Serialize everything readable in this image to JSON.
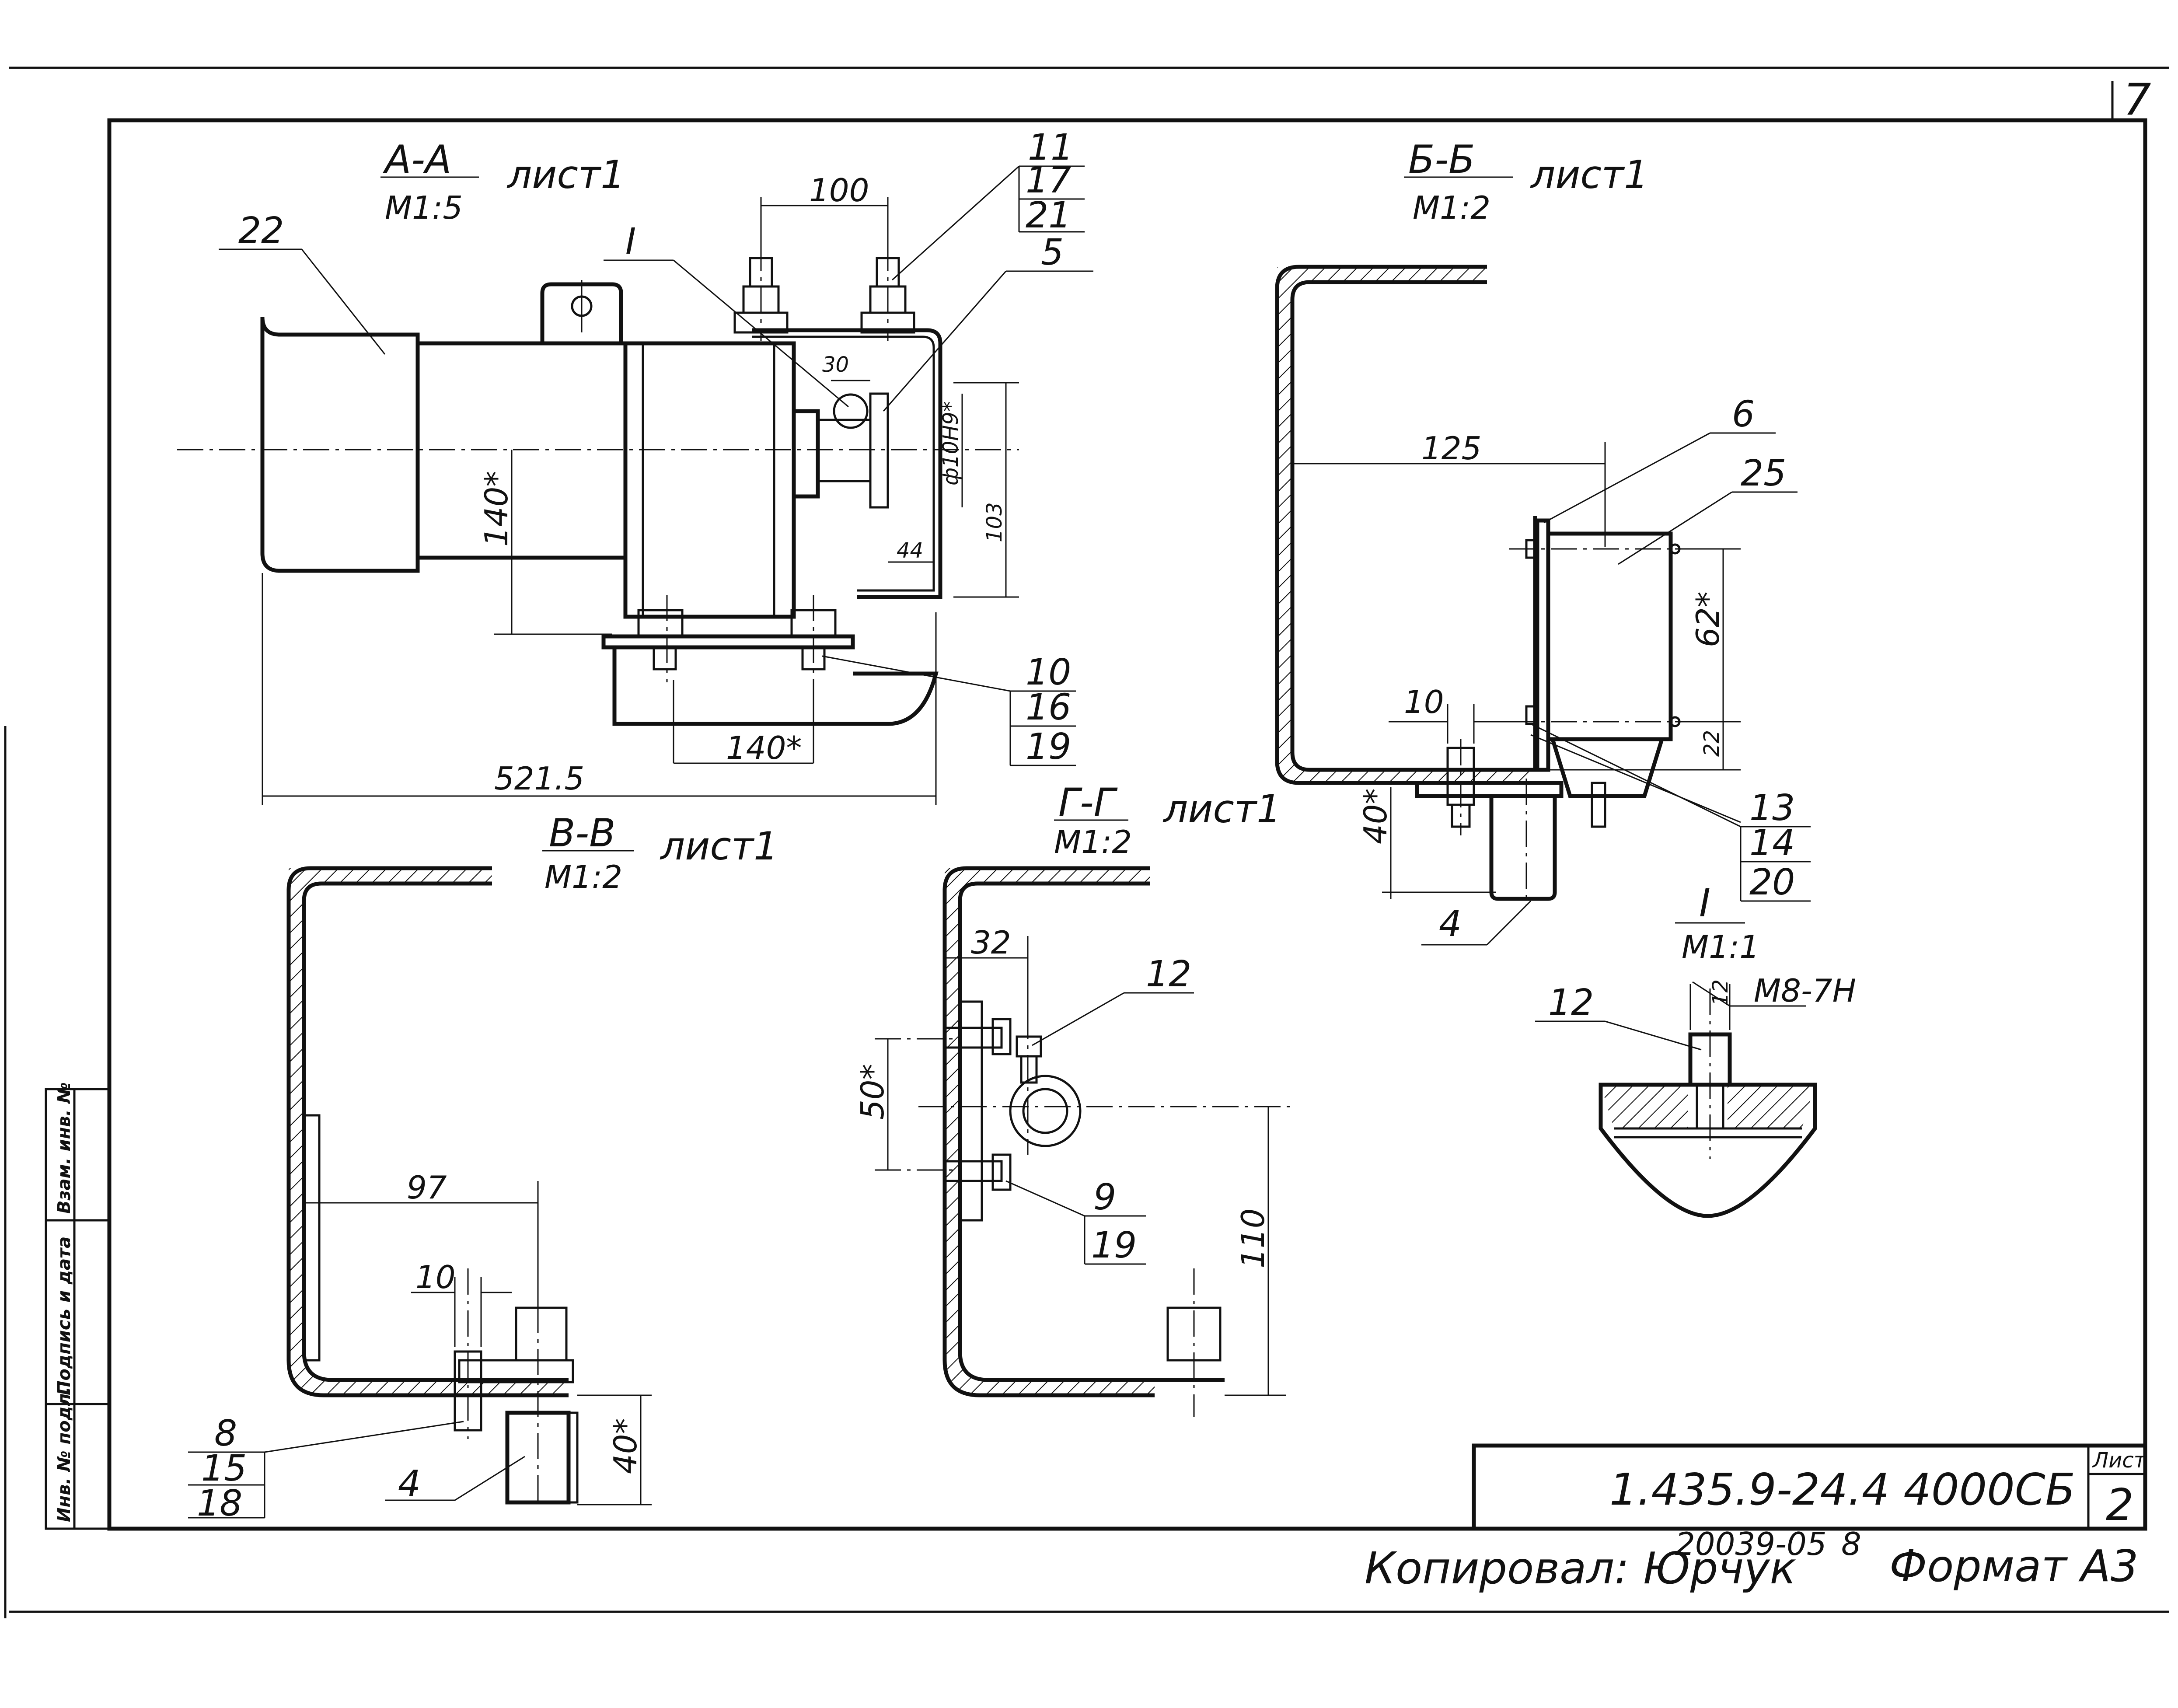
{
  "sheet": {
    "sheet_number_corner": "7",
    "designation": "1.435.9-24.4 4000СБ",
    "list_label": "Лист",
    "list_value": "2",
    "side_stamp": [
      "Инв. № подл.",
      "Подпись и дата",
      "Взам. инв. №"
    ]
  },
  "footer": {
    "copied": "Копировал: Юрчук",
    "order": "20039-05",
    "order_num": "8",
    "format": "Формат А3"
  },
  "views": {
    "aa": {
      "name": "А-А",
      "sheet_ref": "лист1",
      "scale": "М1:5"
    },
    "bb": {
      "name": "Б-Б",
      "sheet_ref": "лист1",
      "scale": "М1:2"
    },
    "vv": {
      "name": "В-В",
      "sheet_ref": "лист1",
      "scale": "М1:2"
    },
    "gg": {
      "name": "Г-Г",
      "sheet_ref": "лист1",
      "scale": "М1:2"
    },
    "det": {
      "name": "I",
      "scale": "М1:1"
    }
  },
  "dims": {
    "d100": "100",
    "d30": "30",
    "d140s": "140*",
    "d140s_b": "140*",
    "d44": "44",
    "d103": "103",
    "dphi": "ф10Н9*",
    "d5215": "521.5",
    "d125": "125",
    "d62s": "62*",
    "d22": "22",
    "d10_b": "10",
    "d40s_b": "40*",
    "d97": "97",
    "d10_v": "10",
    "d40s_v": "40*",
    "d32": "32",
    "d50s": "50*",
    "d110": "110",
    "m8": "М8-7Н",
    "d12w": "12"
  },
  "callouts": {
    "aa_22": "22",
    "aa_I": "I",
    "aa_11": "11",
    "aa_17": "17",
    "aa_21": "21",
    "aa_5": "5",
    "aa_10": "10",
    "aa_16": "16",
    "aa_19": "19",
    "bb_6": "6",
    "bb_25": "25",
    "bb_13": "13",
    "bb_14": "14",
    "bb_20": "20",
    "bb_4": "4",
    "vv_8": "8",
    "vv_15": "15",
    "vv_18": "18",
    "vv_4": "4",
    "gg_12": "12",
    "gg_9": "9",
    "gg_19": "19",
    "det_12": "12"
  }
}
